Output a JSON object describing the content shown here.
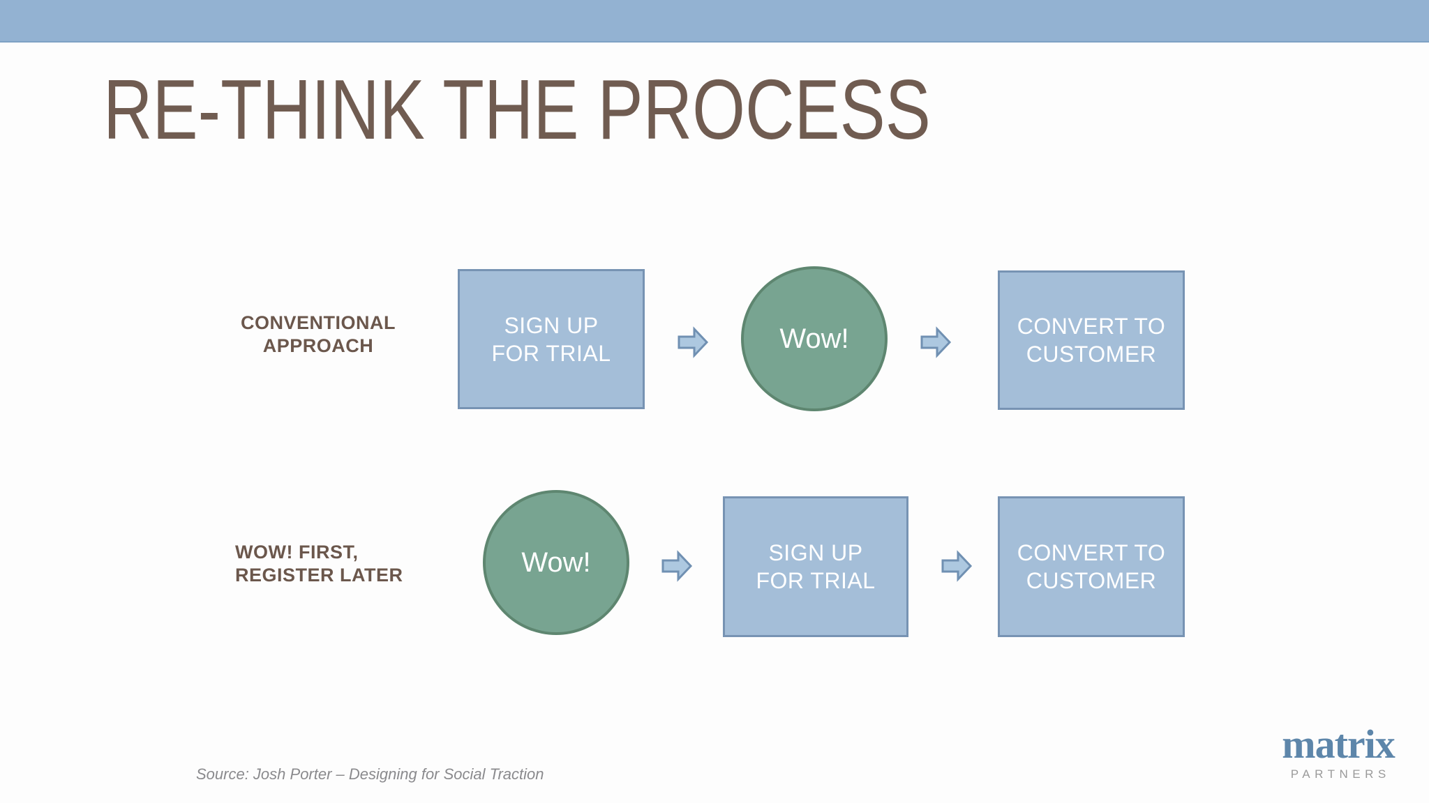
{
  "colors": {
    "slide-bg": "#FDFDFD",
    "top-bar": "#93B2D2",
    "top-bar-edge": "#7EA2C4",
    "title-brown": "#705C51",
    "label-brown": "#6B574C",
    "box-fill": "#A4BED8",
    "box-border": "#7793B3",
    "box-text": "#FFFFFF",
    "circle-fill": "#78A491",
    "circle-border": "#5E8670",
    "arrow-fill": "#ADC8E0",
    "arrow-border": "#7090B2",
    "source-gray": "#8A8A8D",
    "logo-blue": "#5D86AA",
    "logo-gray": "#9A9A9A"
  },
  "slide": {
    "title": "RE-THINK THE PROCESS",
    "source": "Source: Josh Porter – Designing for Social Traction"
  },
  "logo": {
    "name": "matrix",
    "tagline": "PARTNERS"
  },
  "diagram": {
    "row1": {
      "label_line1": "CONVENTIONAL",
      "label_line2": "APPROACH",
      "box1_line1": "SIGN UP",
      "box1_line2": "FOR TRIAL",
      "circle_label": "Wow!",
      "box2_line1": "CONVERT TO",
      "box2_line2": "CUSTOMER"
    },
    "row2": {
      "label_line1": "WOW! FIRST,",
      "label_line2": "REGISTER LATER",
      "circle_label": "Wow!",
      "box1_line1": "SIGN UP",
      "box1_line2": "FOR TRIAL",
      "box2_line1": "CONVERT TO",
      "box2_line2": "CUSTOMER"
    }
  }
}
